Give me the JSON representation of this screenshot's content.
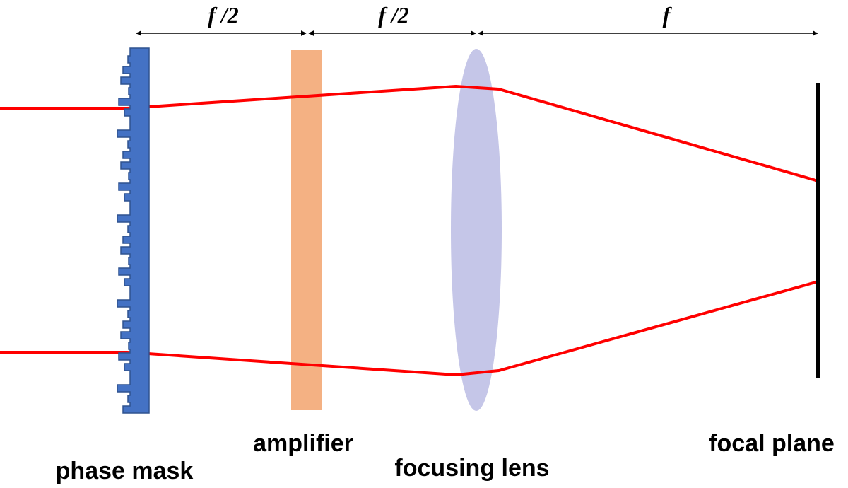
{
  "labels": {
    "phase_mask": "phase mask",
    "amplifier": "amplifier",
    "focusing_lens": "focusing lens",
    "focal_plane": "focal plane"
  },
  "distances": {
    "d1": "f /2",
    "d2": "f /2",
    "d3": "f"
  },
  "colors": {
    "phase_mask": "#4472c4",
    "phase_mask_edge": "#2f528f",
    "amplifier": "#f4b183",
    "lens": "#c5c6e8",
    "beam": "#ff0000",
    "focal_plane": "#000000",
    "arrow": "#000000"
  }
}
